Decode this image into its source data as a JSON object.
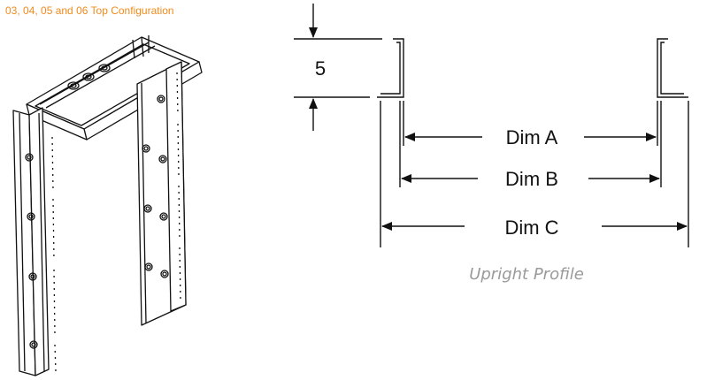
{
  "header": {
    "title": "03, 04, 05 and 06 Top Configuration"
  },
  "profile": {
    "height_label": "5",
    "dim_a": "Dim A",
    "dim_b": "Dim B",
    "dim_c": "Dim C",
    "caption": "Upright Profile"
  },
  "colors": {
    "title": "#f28a1c",
    "line": "#111111",
    "caption": "#9a9a9a"
  }
}
